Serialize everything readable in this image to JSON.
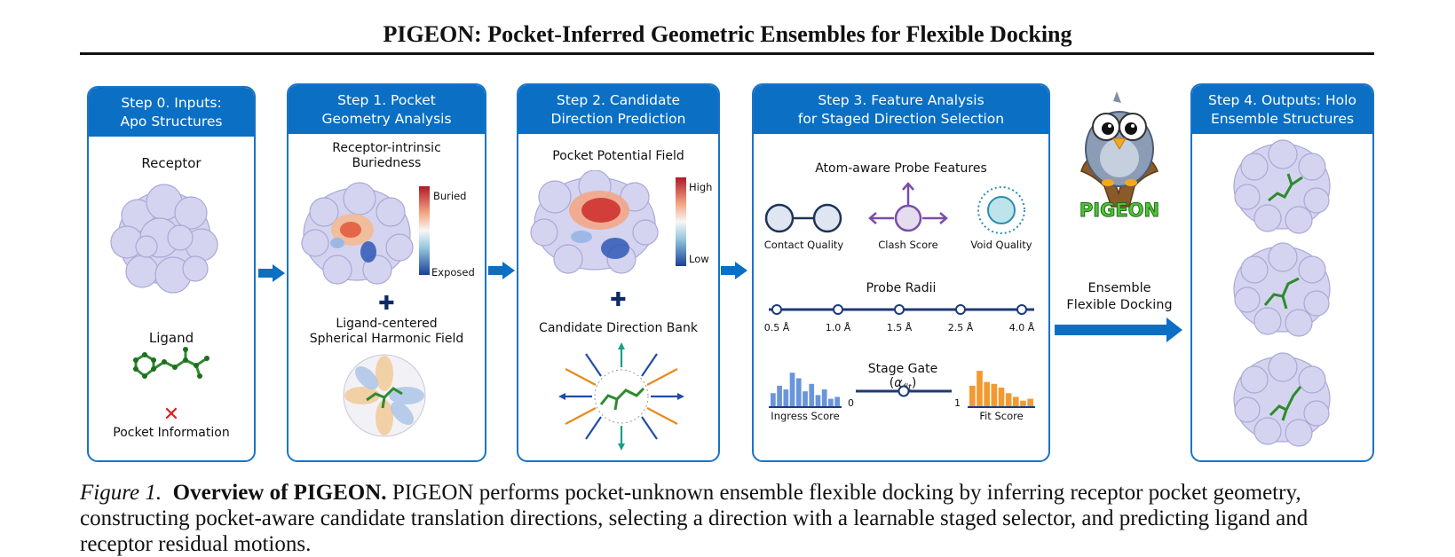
{
  "title": "PIGEON: Pocket-Inferred Geometric Ensembles for Flexible Docking",
  "step0": {
    "header_l1": "Step 0. Inputs:",
    "header_l2": "Apo Structures",
    "receptor": "Receptor",
    "ligand": "Ligand",
    "pocket_info": "Pocket Information"
  },
  "step1": {
    "header_l1": "Step 1. Pocket",
    "header_l2": "Geometry Analysis",
    "buried_l1": "Receptor-intrinsic",
    "buried_l2": "Buriedness",
    "scale_top": "Buried",
    "scale_bottom": "Exposed",
    "sh_l1": "Ligand-centered",
    "sh_l2": "Spherical Harmonic Field"
  },
  "step2": {
    "header_l1": "Step 2. Candidate",
    "header_l2": "Direction Prediction",
    "field": "Pocket Potential Field",
    "scale_top": "High",
    "scale_bottom": "Low",
    "bank": "Candidate Direction Bank"
  },
  "step3": {
    "header_l1": "Step 3. Feature Analysis",
    "header_l2": "for Staged Direction Selection",
    "probe_title": "Atom-aware Probe Features",
    "contact": "Contact Quality",
    "clash": "Clash Score",
    "void": "Void Quality",
    "radii_title": "Probe Radii",
    "radii": [
      "0.5 Å",
      "1.0 Å",
      "1.5 Å",
      "2.5 Å",
      "4.0 Å"
    ],
    "gate_title": "Stage Gate",
    "gate_symbol": "α",
    "gate_sub": "fit",
    "gate_min": "0",
    "gate_max": "1",
    "ingress": "Ingress Score",
    "fit": "Fit Score",
    "ingress_bars": [
      0.35,
      0.55,
      0.45,
      0.9,
      0.75,
      0.4,
      0.6,
      0.3,
      0.45,
      0.2,
      0.25
    ],
    "fit_bars": [
      0.55,
      0.95,
      0.65,
      0.6,
      0.5,
      0.35,
      0.25,
      0.15,
      0.2
    ]
  },
  "logo": {
    "text": "PIGEON"
  },
  "ensemble": {
    "l1": "Ensemble",
    "l2": "Flexible Docking"
  },
  "step4": {
    "header_l1": "Step 4. Outputs: Holo",
    "header_l2": "Ensemble Structures"
  },
  "caption": {
    "fig": "Figure 1.",
    "bold": "Overview of PIGEON.",
    "text": "PIGEON performs pocket-unknown ensemble flexible docking by inferring receptor pocket geometry, constructing pocket-aware candidate translation directions, selecting a direction with a learnable staged selector, and predicting ligand and receptor residual motions."
  },
  "colors": {
    "header_blue": "#0b6fc4",
    "arrow_blue": "#0b6fc4",
    "ligand_green": "#2e8b2e",
    "surface": "#d4d4f0",
    "ingress_blue": "#6a95dd",
    "fit_orange": "#f29a30",
    "probe_purple": "#7a4ea8"
  }
}
